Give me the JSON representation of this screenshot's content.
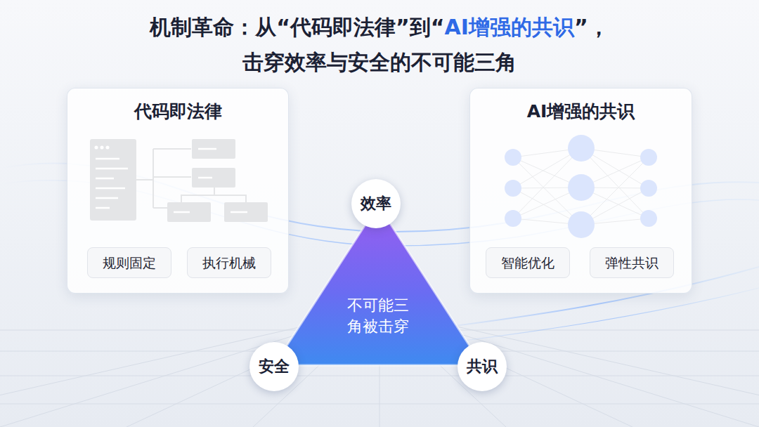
{
  "diagram": {
    "title": "机制革命：从“代码即法律”到“AI增强的共识”， 击穿效率与安全的不可能三角",
    "nodes": [
      {
        "text": [
          "代码即法律"
        ]
      },
      {
        "text": [
          "规则固定"
        ],
        "in": 0
      },
      {
        "text": [
          "执行机械"
        ],
        "in": 0
      },
      {
        "text": [
          "AI增强的共识"
        ]
      },
      {
        "text": [
          "智能优化"
        ],
        "in": 3
      },
      {
        "text": [
          "弹性共识"
        ],
        "in": 3
      },
      {
        "text": [
          "不可能三 角被击穿"
        ]
      },
      {
        "text": [
          "效率"
        ]
      },
      {
        "text": [
          "安全"
        ]
      },
      {
        "text": [
          "共识"
        ]
      }
    ]
  }
}
